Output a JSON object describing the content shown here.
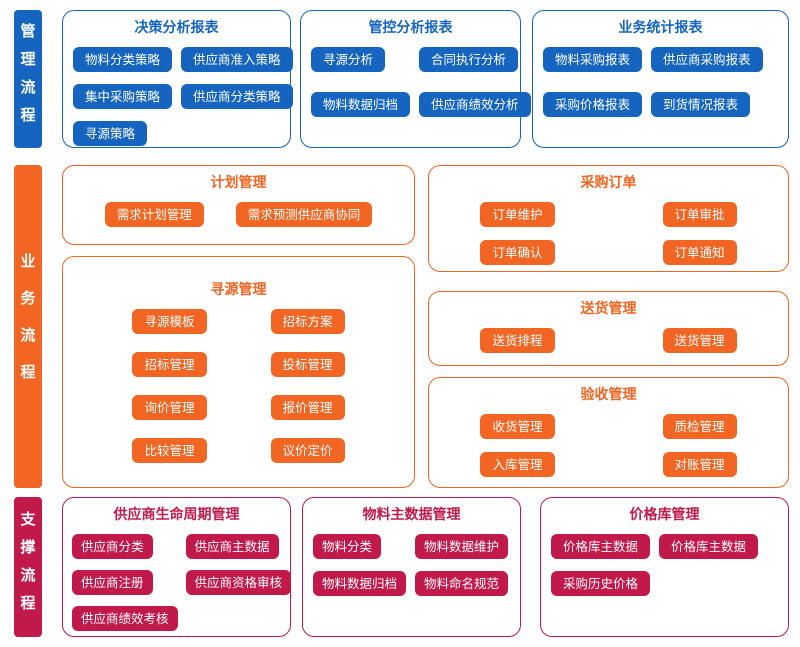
{
  "sections": {
    "management": {
      "label": "管理流程",
      "color": "#1565c0"
    },
    "business": {
      "label": "业务流程",
      "color": "#f26522"
    },
    "support": {
      "label": "支撑流程",
      "color": "#c2194b"
    }
  },
  "groups": {
    "decision_reports": {
      "title": "决策分析报表",
      "items": [
        "物料分类策略",
        "供应商准入策略",
        "集中采购策略",
        "供应商分类策略",
        "寻源策略"
      ]
    },
    "control_reports": {
      "title": "管控分析报表",
      "items": [
        "寻源分析",
        "合同执行分析",
        "物料数据归档",
        "供应商绩效分析"
      ]
    },
    "stats_reports": {
      "title": "业务统计报表",
      "items": [
        "物料采购报表",
        "供应商采购报表",
        "采购价格报表",
        "到货情况报表"
      ]
    },
    "planning": {
      "title": "计划管理",
      "items": [
        "需求计划管理",
        "需求预测供应商协同"
      ]
    },
    "orders": {
      "title": "采购订单",
      "items": [
        "订单维护",
        "订单审批",
        "订单确认",
        "订单通知"
      ]
    },
    "sourcing": {
      "title": "寻源管理",
      "items": [
        "寻源模板",
        "招标方案",
        "招标管理",
        "投标管理",
        "询价管理",
        "报价管理",
        "比较管理",
        "议价定价"
      ]
    },
    "delivery": {
      "title": "送货管理",
      "items": [
        "送货排程",
        "送货管理"
      ]
    },
    "acceptance": {
      "title": "验收管理",
      "items": [
        "收货管理",
        "质检管理",
        "入库管理",
        "对账管理"
      ]
    },
    "supplier_lifecycle": {
      "title": "供应商生命周期管理",
      "items": [
        "供应商分类",
        "供应商主数据",
        "供应商注册",
        "供应商资格审核",
        "供应商绩效考核"
      ]
    },
    "material_master": {
      "title": "物料主数据管理",
      "items": [
        "物料分类",
        "物料数据维护",
        "物料数据归档",
        "物料命名规范"
      ]
    },
    "price_library": {
      "title": "价格库管理",
      "items": [
        "价格库主数据",
        "价格库主数据",
        "采购历史价格"
      ]
    }
  }
}
